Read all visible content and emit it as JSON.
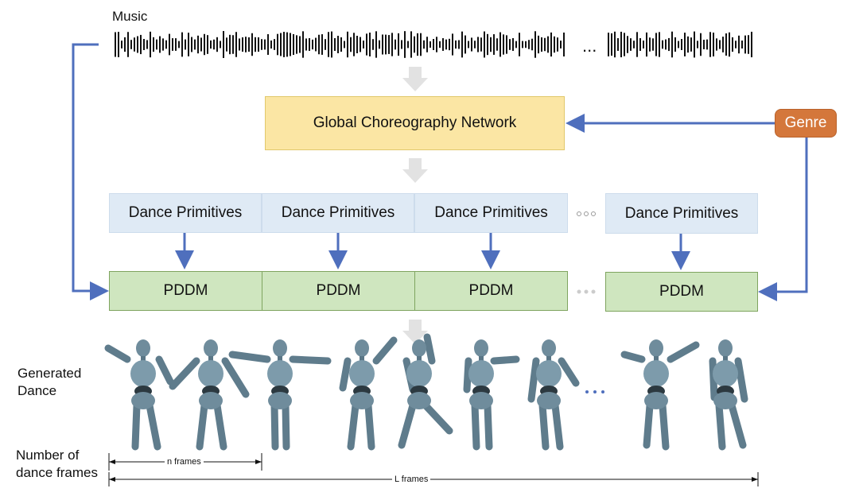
{
  "music_label": "Music",
  "global_network_label": "Global Choreography Network",
  "genre_label": "Genre",
  "primitive_labels": [
    "Dance Primitives",
    "Dance Primitives",
    "Dance Primitives",
    "Dance Primitives"
  ],
  "pddm_labels": [
    "PDDM",
    "PDDM",
    "PDDM",
    "PDDM"
  ],
  "ellipsis": "...",
  "generated_dance_label": "Generated\nDance",
  "frames_label": "Number of\ndance frames",
  "n_frames_label": "n frames",
  "l_frames_label": "L frames",
  "colors": {
    "flow_arrow": "#4f6fbd",
    "big_arrow": "#e2e2e2",
    "genre": "#d4773b"
  }
}
